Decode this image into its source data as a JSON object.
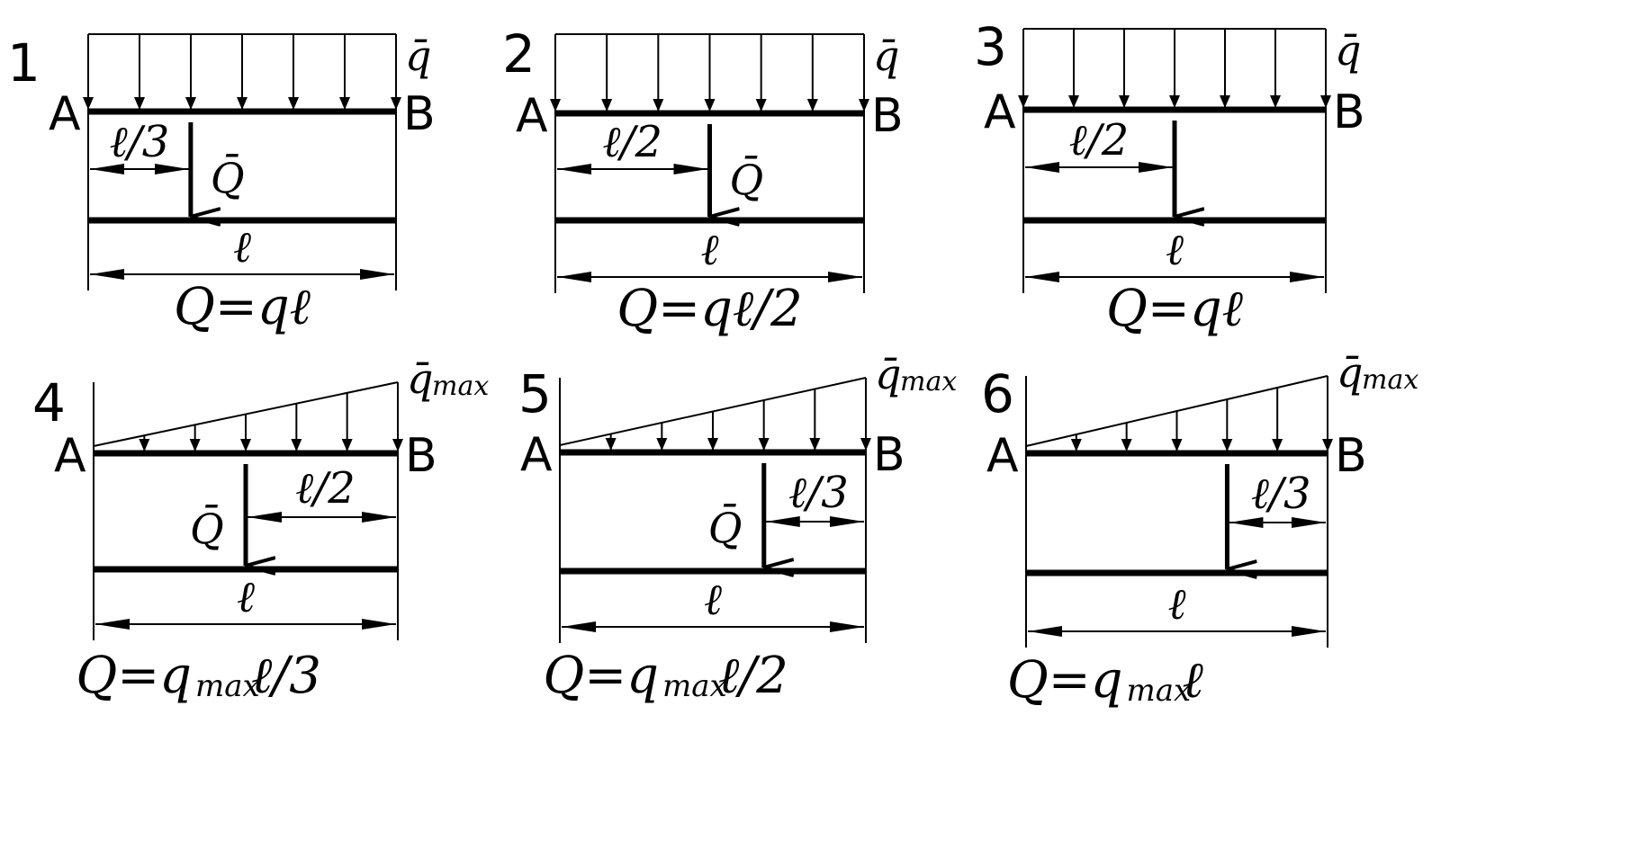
{
  "colors": {
    "ink": "#000000",
    "paper": "#ffffff"
  },
  "panels": [
    {
      "number": "1",
      "type": "uniform",
      "point_a": "A",
      "point_b": "B",
      "load_label": "q̄",
      "load_sub": "",
      "force_label": "Q̄",
      "dim_label": "ℓ/3",
      "dim_from": "A",
      "force_pos": 0.333,
      "span_label": "ℓ",
      "formula": "Q=qℓ",
      "formula_sub": "",
      "formula_tail": ""
    },
    {
      "number": "2",
      "type": "uniform",
      "point_a": "A",
      "point_b": "B",
      "load_label": "q̄",
      "load_sub": "",
      "force_label": "Q̄",
      "dim_label": "ℓ/2",
      "dim_from": "A",
      "force_pos": 0.5,
      "span_label": "ℓ",
      "formula": "Q=qℓ/2",
      "formula_sub": "",
      "formula_tail": ""
    },
    {
      "number": "3",
      "type": "uniform",
      "point_a": "A",
      "point_b": "B",
      "load_label": "q̄",
      "load_sub": "",
      "force_label": "",
      "dim_label": "ℓ/2",
      "dim_from": "A",
      "force_pos": 0.5,
      "span_label": "ℓ",
      "formula": "Q=qℓ",
      "formula_sub": "",
      "formula_tail": ""
    },
    {
      "number": "4",
      "type": "triangular",
      "point_a": "A",
      "point_b": "B",
      "load_label": "q̄",
      "load_sub": "max",
      "force_label": "Q̄",
      "dim_label": "ℓ/2",
      "dim_from": "B",
      "force_pos": 0.5,
      "span_label": "ℓ",
      "formula": "Q=q",
      "formula_sub": "max",
      "formula_tail": "ℓ/3"
    },
    {
      "number": "5",
      "type": "triangular",
      "point_a": "A",
      "point_b": "B",
      "load_label": "q̄",
      "load_sub": "max",
      "force_label": "Q̄",
      "dim_label": "ℓ/3",
      "dim_from": "B",
      "force_pos": 0.667,
      "span_label": "ℓ",
      "formula": "Q=q",
      "formula_sub": "max",
      "formula_tail": "ℓ/2"
    },
    {
      "number": "6",
      "type": "triangular",
      "point_a": "A",
      "point_b": "B",
      "load_label": "q̄",
      "load_sub": "max",
      "force_label": "",
      "dim_label": "ℓ/3",
      "dim_from": "B",
      "force_pos": 0.667,
      "span_label": "ℓ",
      "formula": "Q=q",
      "formula_sub": "max",
      "formula_tail": "ℓ"
    }
  ]
}
